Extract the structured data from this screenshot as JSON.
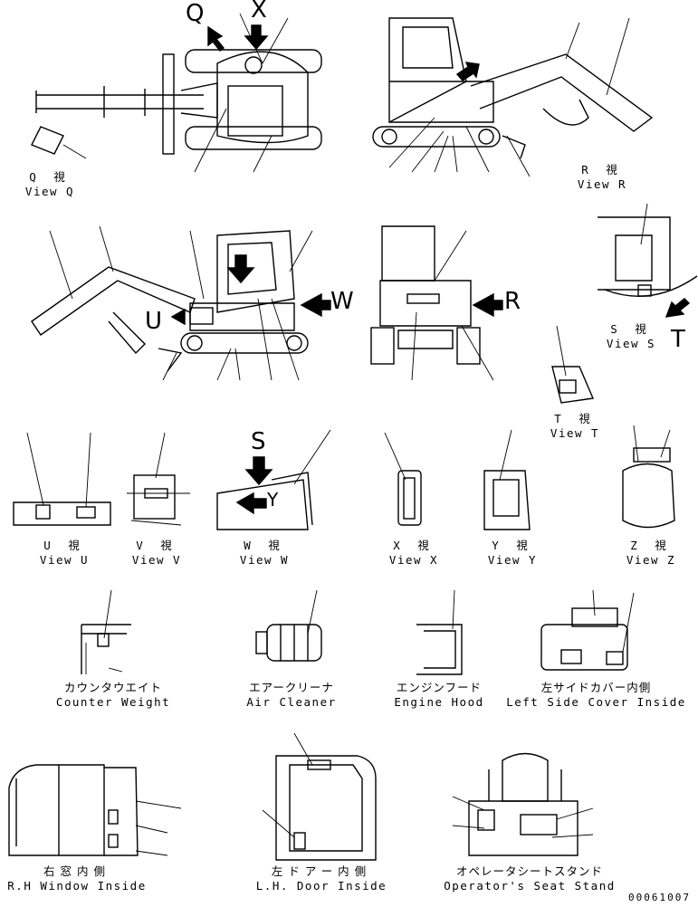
{
  "callout_letters": {
    "q": "Q",
    "x": "X",
    "w": "W",
    "r": "R",
    "u": "U",
    "s": "S",
    "t": "T",
    "y": "Y"
  },
  "views": {
    "q": {
      "jp": "Q 視",
      "en": "View Q"
    },
    "r": {
      "jp": "R 視",
      "en": "View R"
    },
    "s": {
      "jp": "S 視",
      "en": "View S"
    },
    "t": {
      "jp": "T 視",
      "en": "View T"
    },
    "u": {
      "jp": "U 視",
      "en": "View U"
    },
    "v": {
      "jp": "V 視",
      "en": "View V"
    },
    "w": {
      "jp": "W 視",
      "en": "View W"
    },
    "x": {
      "jp": "X 視",
      "en": "View X"
    },
    "y": {
      "jp": "Y 視",
      "en": "View Y"
    },
    "z": {
      "jp": "Z 視",
      "en": "View Z"
    }
  },
  "parts": {
    "counter_weight": {
      "jp": "カウンタウエイト",
      "en": "Counter Weight"
    },
    "air_cleaner": {
      "jp": "エアークリーナ",
      "en": "Air Cleaner"
    },
    "engine_hood": {
      "jp": "エンジンフード",
      "en": "Engine Hood"
    },
    "left_side_cover": {
      "jp": "左サイドカバー内側",
      "en": "Left Side Cover Inside"
    },
    "rh_window": {
      "jp": "右窓内側",
      "en": "R.H Window Inside"
    },
    "lh_door": {
      "jp": "左ドアー内側",
      "en": "L.H. Door Inside"
    },
    "seat_stand": {
      "jp": "オペレータシートスタンド",
      "en": "Operator's Seat Stand"
    }
  },
  "document_number": "00061007"
}
